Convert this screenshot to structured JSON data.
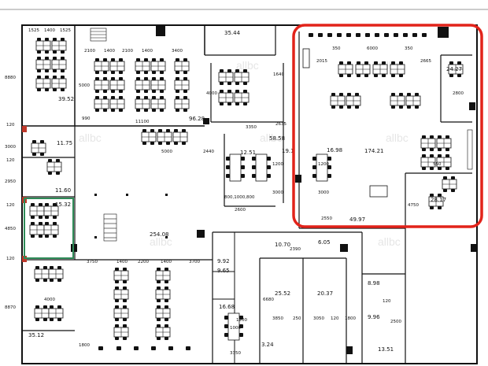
{
  "watermark": "allbc",
  "highlight_color": "#e2231a",
  "green_frame_color": "#2e8b57",
  "areas": {
    "a35_44": "35.44",
    "a39_52": "39.52",
    "a96_28": "96.28",
    "a11_75": "11.75",
    "a11_60": "11.60",
    "a15_32": "15.32",
    "a58_58": "58.58",
    "a12_51": "12.51",
    "a19_1": "19.1",
    "a16_98": "16.98",
    "a174_21": "174.21",
    "a24_27": "24.27",
    "a28_17": "28.17",
    "a49_97": "49.97",
    "a254_08": "254.08",
    "a10_70": "10.70",
    "a6_05": "6.05",
    "a9_92": "9.92",
    "a9_65": "9.65",
    "a16_68": "16.68",
    "a25_52": "25.52",
    "a20_37": "20.37",
    "a8_98": "8.98",
    "a9_96": "9.96",
    "a35_12": "35.12",
    "a3_24": "3.24",
    "a13_51": "13.51"
  },
  "dims": {
    "top": [
      "1525",
      "1400",
      "1525",
      "2100",
      "1400",
      "2100",
      "1400",
      "3400",
      "350",
      "6000",
      "350"
    ],
    "right": [
      "2015",
      "2665",
      "2800",
      "550",
      "4750",
      "2550"
    ],
    "left_vertical": [
      "8880",
      "120",
      "3000",
      "120",
      "2950",
      "120",
      "4850",
      "120",
      "8870"
    ],
    "mid": [
      "5000",
      "990",
      "11100",
      "4000",
      "1640",
      "3350",
      "2635",
      "5000",
      "2440",
      "2600",
      "800,1000,800",
      "1200",
      "3000",
      "1200",
      "3000"
    ],
    "lower": [
      "3750",
      "1400",
      "2200",
      "1400",
      "3700",
      "4000",
      "6680",
      "3850",
      "250",
      "3050",
      "120",
      "1800",
      "120",
      "2500",
      "1800",
      "3350",
      "2390",
      "1000",
      "1200"
    ]
  }
}
